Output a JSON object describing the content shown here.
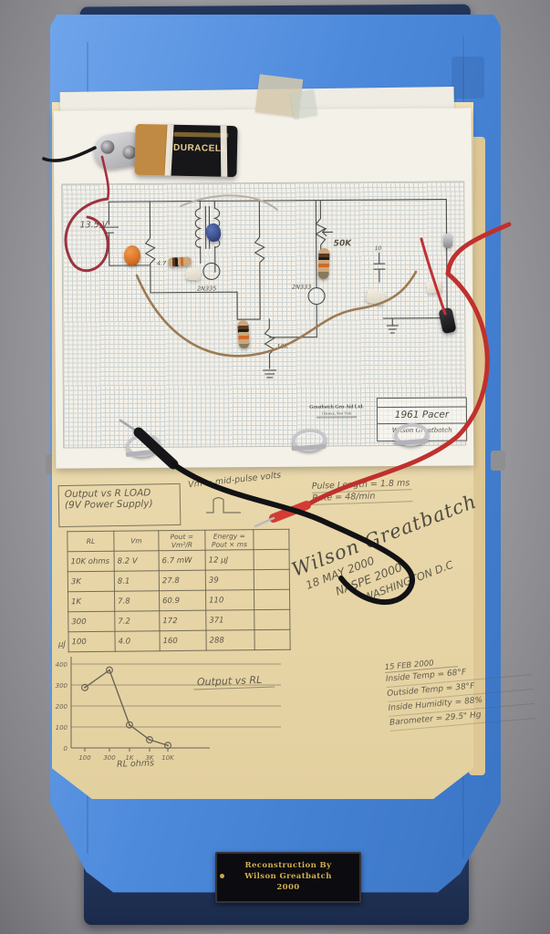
{
  "colors": {
    "binder_blue": "#4e8adc",
    "manila": "#ead9ad",
    "paper": "#f4f1e9",
    "pencil": "#615b4c",
    "plaque_gold": "#d2af54",
    "lead_red": "#c0302e",
    "lead_black": "#141416"
  },
  "battery": {
    "brand": "DURACELL"
  },
  "schematic": {
    "source_voltage": "13.5 V",
    "component_labels": [
      "4.7",
      "2N335",
      "2N333",
      "50K",
      "10K",
      "10"
    ],
    "title_block": {
      "company": "Greatbatch Gen-Aid Ltd.",
      "address": "Clarence, New York",
      "title": "1961 Pacer",
      "signed": "Wilson Greatbatch"
    }
  },
  "notes": {
    "output_title": "Output vs R LOAD",
    "output_subtitle": "(9V Power Supply)",
    "vm_definition": "Vm = mid-pulse volts",
    "pulse_length": "Pulse Length = 1.8 ms",
    "rate": "Rate = 48/min"
  },
  "measurements_table": {
    "headers": [
      "RL",
      "Vm",
      "Pout = Vm²/R",
      "Energy = Pout × ms",
      ""
    ],
    "rows": [
      [
        "10K ohms",
        "8.2 V",
        "6.7 mW",
        "12 µJ",
        ""
      ],
      [
        "3K",
        "8.1",
        "27.8",
        "39",
        ""
      ],
      [
        "1K",
        "7.8",
        "60.9",
        "110",
        ""
      ],
      [
        "300",
        "7.2",
        "172",
        "371",
        ""
      ],
      [
        "100",
        "4.0",
        "160",
        "288",
        ""
      ]
    ]
  },
  "signature_block": {
    "name": "Wilson Greatbatch",
    "date": "18 MAY 2000",
    "event": "NASPE 2000",
    "location": "WASHINGTON D.C"
  },
  "conditions": {
    "date": "15 FEB 2000",
    "lines": [
      "Inside Temp = 68°F",
      "Outside Temp = 38°F",
      "Inside Humidity = 88%",
      "Barometer = 29.5\" Hg"
    ]
  },
  "chart_data": {
    "type": "line",
    "title": "Output vs RL",
    "xlabel": "RL ohms",
    "ylabel": "µJ",
    "categories": [
      "100",
      "300",
      "1K",
      "3K",
      "10K"
    ],
    "values": [
      288,
      371,
      110,
      39,
      12
    ],
    "yticks": [
      0,
      100,
      200,
      300,
      400
    ],
    "ylim": [
      0,
      400
    ],
    "grid": true,
    "legend": false
  },
  "plaque": {
    "line1": "Reconstruction By",
    "line2": "Wilson Greatbatch",
    "line3": "2000"
  }
}
